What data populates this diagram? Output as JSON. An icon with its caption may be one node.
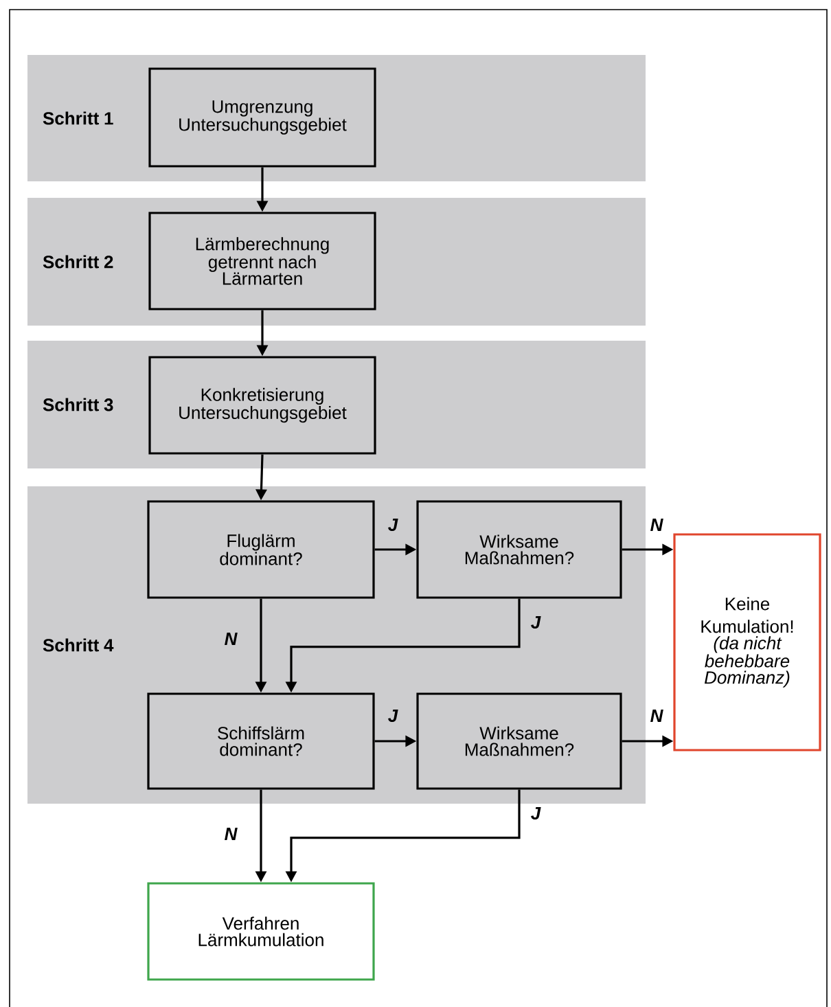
{
  "diagram": {
    "nodes": [
      {
        "text": [
          "Schritt 1"
        ]
      },
      {
        "text": [
          "Umgrenzung Untersuchungsgebiet"
        ],
        "in": 0
      },
      {
        "text": [
          "Schritt 2"
        ]
      },
      {
        "text": [
          "Lärmberechnung getrennt nach Lärmarten"
        ],
        "in": 2
      },
      {
        "text": [
          "Schritt 3"
        ]
      },
      {
        "text": [
          "Konkretisierung Untersuchungsgebiet"
        ],
        "in": 4
      },
      {
        "text": [
          "Schritt 4"
        ]
      },
      {
        "text": [
          "Fluglärm dominant?"
        ],
        "in": 6
      },
      {
        "text": [
          "Wirksame Maßnahmen?"
        ],
        "in": 6
      },
      {
        "text": [
          "Schiffslärm dominant?"
        ],
        "in": 6
      },
      {
        "text": [
          "Wirksame Maßnahmen?"
        ],
        "in": 6
      },
      {
        "text": [
          "Keine Kumulation!",
          "(da nicht behebbare Dominanz)"
        ]
      },
      {
        "text": [
          "Verfahren Lärmkumulation"
        ]
      }
    ],
    "edges": [
      {
        "from": 1,
        "to": 3,
        "arrow": "to"
      },
      {
        "from": 3,
        "to": 5,
        "arrow": "to"
      },
      {
        "from": 5,
        "to": 7,
        "arrow": "to"
      },
      {
        "from": 7,
        "to": 8,
        "arrow": "to",
        "label": "J"
      },
      {
        "from": 8,
        "to": 11,
        "arrow": "to",
        "label": "N"
      },
      {
        "from": 7,
        "to": 9,
        "arrow": "to",
        "label": "N"
      },
      {
        "from": 8,
        "to": 9,
        "arrow": "to",
        "label": "J"
      },
      {
        "from": 9,
        "to": 10,
        "arrow": "to",
        "label": "J"
      },
      {
        "from": 10,
        "to": 11,
        "arrow": "to",
        "label": "N"
      },
      {
        "from": 9,
        "to": 12,
        "arrow": "to",
        "label": "N"
      },
      {
        "from": 10,
        "to": 12,
        "arrow": "to",
        "label": "J"
      }
    ]
  }
}
